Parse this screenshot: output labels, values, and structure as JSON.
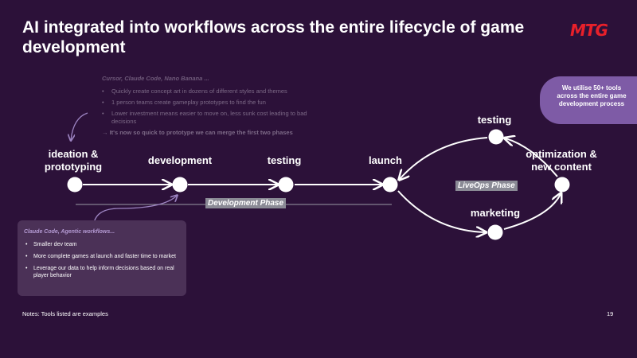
{
  "title": "AI integrated into workflows across the entire lifecycle of game development",
  "logo": "MTG",
  "faded_box": {
    "heading": "Cursor, Claude Code, Nano Banana ...",
    "items": [
      "Quickly create concept art in dozens of different styles and themes",
      "1 person teams create gameplay prototypes to find the fun",
      "Lower investment means easier to move on, less sunk cost leading to bad decisions"
    ],
    "highlight": "It's now so quick to prototype we can merge the first two phases"
  },
  "tools_callout": "We utilise 50+ tools across the entire game development process",
  "stages": {
    "ideation": "ideation & prototyping",
    "development": "development",
    "testing": "testing",
    "launch": "launch",
    "liveops_testing": "testing",
    "optimization": "optimization & new content",
    "marketing": "marketing"
  },
  "phases": {
    "development": "Development Phase",
    "liveops": "LiveOps Phase"
  },
  "info_box": {
    "heading": "Claude Code, Agentic workflows...",
    "items": [
      "Smaller dev team",
      "More complete games at launch and faster time to market",
      "Leverage our data to help inform decisions based on real player behavior"
    ]
  },
  "notes": "Notes: Tools listed are examples",
  "page_number": "19",
  "colors": {
    "background": "#2c1139",
    "accent": "#7e5ba6",
    "logo": "#e8202a",
    "info_box": "#4b3157"
  }
}
